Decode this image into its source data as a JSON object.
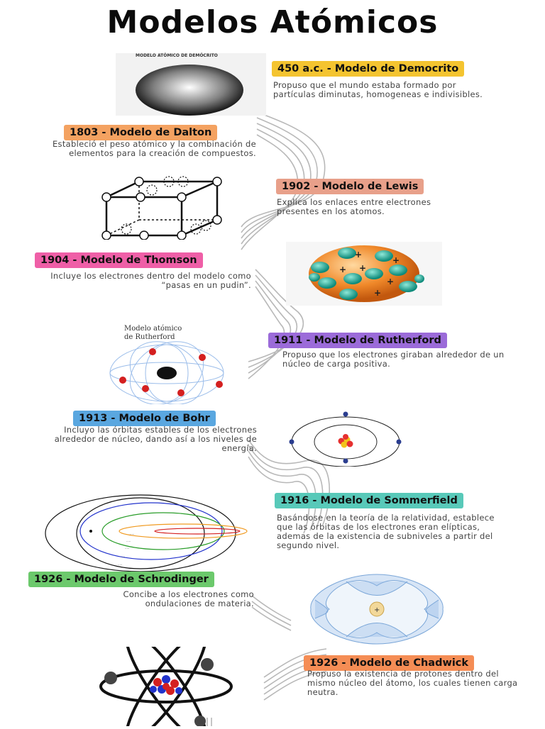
{
  "title": "Modelos Atómicos",
  "colors": {
    "democrito": "#f4c430",
    "dalton": "#f4a261",
    "lewis": "#e8a08a",
    "thomson": "#ef5fa7",
    "rutherford": "#9b6bd9",
    "bohr": "#5aa7e0",
    "sommerfield": "#58c9b9",
    "schrodinger": "#6cc96c",
    "chadwick": "#f58d55"
  },
  "models": [
    {
      "label": "450 a.c. - Modelo de Democrito",
      "desc": "Propuso que el mundo estaba formado por partículas diminutas, homogeneas e indivisibles.",
      "image_caption": "MODELO ATÓMICO DE DEMÓCRITO"
    },
    {
      "label": "1803 - Modelo de Dalton",
      "desc": "Estableció el peso atómico y la combinación de elementos para la creación de compuestos."
    },
    {
      "label": "1902 - Modelo de Lewis",
      "desc": "Explica los enlaces entre electrones presentes en los atomos."
    },
    {
      "label": "1904 - Modelo de Thomson",
      "desc": "Incluye los electrones dentro del modelo como “pasas en un pudin”."
    },
    {
      "label": "1911 - Modelo de Rutherford",
      "desc": "Propuso que los electrones giraban alrededor de un núcleo de carga positiva.",
      "image_caption": "Modelo atómico de Rutherford"
    },
    {
      "label": "1913 - Modelo de Bohr",
      "desc": "Incluyo las órbitas estables de los electrones alrededor de núcleo, dando así a los niveles de energía."
    },
    {
      "label": "1916 - Modelo de Sommerfield",
      "desc": "Basándose en la teoría de la relatividad, establece que las órbitas de los electrones eran elípticas, ademas de la existencia de subniveles a partir del segundo nivel."
    },
    {
      "label": "1926 - Modelo de Schrodinger",
      "desc": "Concibe a los electrones como ondulaciones de materia."
    },
    {
      "label": "1926 - Modelo de Chadwick",
      "desc": "Propuso la existencia de protones dentro del mismo núcleo del átomo, los cuales tienen carga neutra."
    }
  ]
}
